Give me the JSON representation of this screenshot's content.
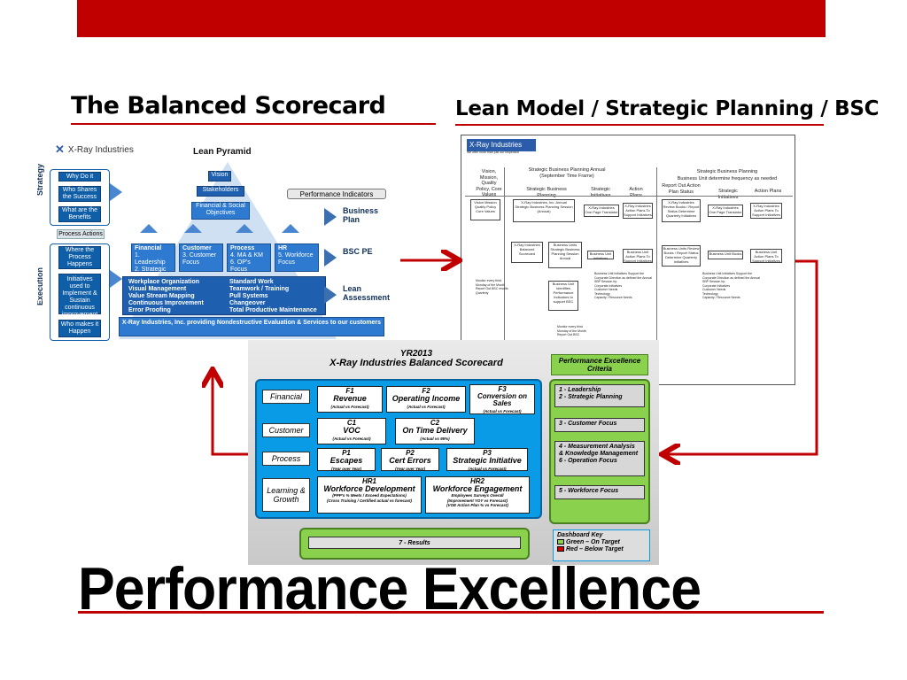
{
  "colors": {
    "accent": "#c00000",
    "bsc_blue": "#0a9be6",
    "green": "#8ad24e",
    "red_key": "#d00000"
  },
  "slide": {
    "left_title": "The Balanced Scorecard",
    "right_title": "Lean Model / Strategic Planning / BSC",
    "main_title": "Performance Excellence"
  },
  "pyramid": {
    "brand": "X-Ray Industries",
    "title": "Lean Pyramid",
    "strategy_label": "Strategy",
    "execution_label": "Execution",
    "left_boxes": [
      "Why Do it",
      "Who Shares the Success",
      "What are the Benefits"
    ],
    "process_actions": "Process Actions",
    "exec_boxes": [
      "Where the Process Happens",
      "Lean Initiatives used to Implement & Sustain continuous improvement",
      "Who makes it Happen"
    ],
    "vision": "Vision",
    "stakeholders": "Stakeholders",
    "objectives": "Financial & Social Objectives",
    "pillars": [
      {
        "head": "Financial",
        "body": "1. Leadership\n2. Strategic Planning"
      },
      {
        "head": "Customer",
        "body": "3. Customer Focus"
      },
      {
        "head": "Process",
        "body": "4. MA & KM\n6. OP's Focus"
      },
      {
        "head": "HR",
        "body": "5. Workforce Focus"
      }
    ],
    "base_left": "Workplace Organization\nVisual Management\nValue Stream Mapping\nContinuous Improvement\nError Proofing",
    "base_right": "Standard Work\nTeamwork / Training\nPull Systems\nChangeover\nTotal Productive Maintenance",
    "footer": "X-Ray Industries, Inc. providing Nondestructive Evaluation & Services to our customers",
    "perf_indicators": "Performance Indicators",
    "right_labels": [
      "Business Plan",
      "BSC PE",
      "Lean Assessment"
    ]
  },
  "flow": {
    "brand": "X-Ray Industries",
    "tagline": "We offer more than just our Inspection",
    "left_head": "Vision, Mission, Quality Policy, Core Values",
    "annual_head": "Strategic Business Planning Annual (September Time Frame)",
    "annual_cols": [
      "Strategic Business Planning",
      "Strategic Initiatives",
      "Action Plans"
    ],
    "freq_head": "Strategic Business Planning",
    "freq_sub": "Business Unit determine frequency as needed",
    "freq_cols": [
      "Report Out Action Plan Status",
      "Strategic Initiatives",
      "Action Plans"
    ],
    "boxes": {
      "vision": "Vision Mission Quality Policy Core Values",
      "annual": "X-Ray Industries, Inc. Annual Strategic Business Planning Session (Annual)",
      "xr_one_page": "X-Ray Industries One Page Translator",
      "xr_action": "X-Ray Industries Action Plans To Support Initiatives",
      "review": "X-Ray Industries Review Books / Report Status Determine Quarterly Initiatives",
      "xr_one_page2": "X-Ray Industries One Page Translator",
      "xr_action2": "X-Ray Industries Action Plans To Support Initiatives",
      "bsc": "X-Ray Industries Balanced Scorecard",
      "bu_session": "Business Units Strategic Business Planning Session Annual",
      "bu_init": "Business Unit Initiatives",
      "bu_action": "Business Unit Action Plans To Support Initiatives",
      "bu_review": "Business Units Review Books / Report Status Determine Quarterly Initiatives",
      "bu_books": "Business Unit Books",
      "bu_action2": "Business Unit Action Plans To Support Initiatives",
      "bu_identify": "Business Unit Identifies Performance Indicators to support BSC",
      "monitor1": "Monitor every third Monday of the Month Report Out BSC results Quarterly",
      "monitor2": "Monitor every third Monday of the Month Report Out BSC",
      "support1": "Business Unit Initiatives Support the Corporate Direction as defined the Annual SBP Session by:",
      "support2": "Business Unit Initiatives Support the Corporate Direction as defined the Annual SBP Session by:"
    },
    "bullets": [
      "Corporate Initiatives",
      "Customer Needs",
      "Technology",
      "Capacity / Resource Needs"
    ]
  },
  "bsc": {
    "year": "YR2013",
    "title": "X-Ray Industries Balanced Scorecard",
    "rows": [
      "Financial",
      "Customer",
      "Process",
      "Learning & Growth"
    ],
    "kpis": {
      "f1": {
        "code": "F1",
        "name": "Revenue",
        "sub": "(Actual vs Forecast)"
      },
      "f2": {
        "code": "F2",
        "name": "Operating Income",
        "sub": "(Actual vs Forecast)"
      },
      "f3": {
        "code": "F3",
        "name": "Conversion on Sales",
        "sub": "(Actual vs Forecast)"
      },
      "c1": {
        "code": "C1",
        "name": "VOC",
        "sub": "(Actual vs Forecast)"
      },
      "c2": {
        "code": "C2",
        "name": "On Time Delivery",
        "sub": "(Actual vs 95%)"
      },
      "p1": {
        "code": "P1",
        "name": "Escapes",
        "sub": "(Year over Year)"
      },
      "p2": {
        "code": "P2",
        "name": "Cert Errors",
        "sub": "(Year over Year)"
      },
      "p3": {
        "code": "P3",
        "name": "Strategic Initiative",
        "sub": "(Actual vs Forecast)"
      },
      "hr1": {
        "code": "HR1",
        "name": "Workforce Development",
        "sub": "(PPP's % Meets / Exceed Expectations)\n(Cross Training / Certified actual vs forecast)"
      },
      "hr2": {
        "code": "HR2",
        "name": "Workforce Engagement",
        "sub": "Employees Surveys Overall\n(Improvement YOY vs Forecast)\n(VOE Action Plan % vs Forecast)"
      }
    },
    "pec_title": "Performance Excellence Criteria",
    "pec_items": [
      "1 - Leadership\n2 - Strategic Planning",
      "3 - Customer Focus",
      "4 - Measurement Analysis & Knowledge Management\n6 - Operation Focus",
      "5 - Workforce Focus"
    ],
    "results": "7 - Results",
    "dash_title": "Dashboard Key",
    "dash_green": "Green – On Target",
    "dash_red": "Red – Below Target"
  }
}
